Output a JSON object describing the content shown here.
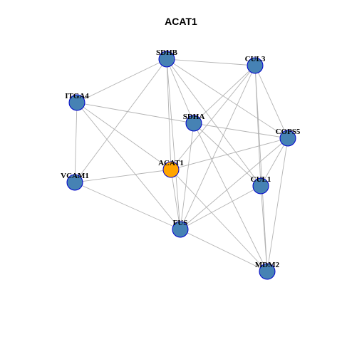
{
  "title": "ACAT1",
  "colors": {
    "focus_node": "#FFA500",
    "node": "#4682B4",
    "node_border": "#0000CD",
    "edge": "#B3B3B3"
  },
  "nodes": [
    {
      "id": "SDHB",
      "label": "SDHB",
      "role": "neighbor"
    },
    {
      "id": "CUL3",
      "label": "CUL3",
      "role": "neighbor"
    },
    {
      "id": "ITGA4",
      "label": "ITGA4",
      "role": "neighbor"
    },
    {
      "id": "SDHA",
      "label": "SDHA",
      "role": "neighbor"
    },
    {
      "id": "COPS5",
      "label": "COPS5",
      "role": "neighbor"
    },
    {
      "id": "ACAT1",
      "label": "ACAT1",
      "role": "focus"
    },
    {
      "id": "VCAM1",
      "label": "VCAM1",
      "role": "neighbor"
    },
    {
      "id": "CUL1",
      "label": "CUL1",
      "role": "neighbor"
    },
    {
      "id": "FUS",
      "label": "FUS",
      "role": "neighbor"
    },
    {
      "id": "MDM2",
      "label": "MDM2",
      "role": "neighbor"
    }
  ],
  "edges": [
    [
      "SDHB",
      "CUL3"
    ],
    [
      "SDHB",
      "ITGA4"
    ],
    [
      "SDHB",
      "SDHA"
    ],
    [
      "SDHB",
      "ACAT1"
    ],
    [
      "SDHB",
      "VCAM1"
    ],
    [
      "SDHB",
      "COPS5"
    ],
    [
      "SDHB",
      "CUL1"
    ],
    [
      "SDHB",
      "FUS"
    ],
    [
      "CUL3",
      "SDHA"
    ],
    [
      "CUL3",
      "COPS5"
    ],
    [
      "CUL3",
      "CUL1"
    ],
    [
      "CUL3",
      "FUS"
    ],
    [
      "CUL3",
      "MDM2"
    ],
    [
      "CUL3",
      "ACAT1"
    ],
    [
      "ITGA4",
      "SDHA"
    ],
    [
      "ITGA4",
      "VCAM1"
    ],
    [
      "ITGA4",
      "ACAT1"
    ],
    [
      "ITGA4",
      "FUS"
    ],
    [
      "SDHA",
      "COPS5"
    ],
    [
      "SDHA",
      "CUL1"
    ],
    [
      "SDHA",
      "MDM2"
    ],
    [
      "SDHA",
      "FUS"
    ],
    [
      "COPS5",
      "ACAT1"
    ],
    [
      "COPS5",
      "CUL1"
    ],
    [
      "COPS5",
      "FUS"
    ],
    [
      "COPS5",
      "MDM2"
    ],
    [
      "ACAT1",
      "VCAM1"
    ],
    [
      "ACAT1",
      "FUS"
    ],
    [
      "ACAT1",
      "MDM2"
    ],
    [
      "VCAM1",
      "FUS"
    ],
    [
      "CUL1",
      "FUS"
    ],
    [
      "CUL1",
      "MDM2"
    ],
    [
      "FUS",
      "MDM2"
    ]
  ]
}
